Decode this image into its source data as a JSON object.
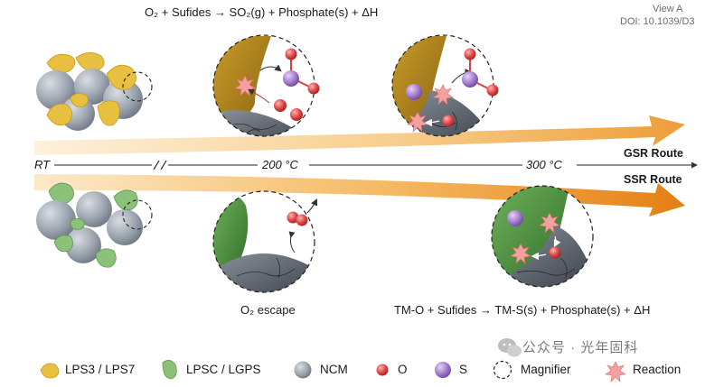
{
  "header": {
    "top_equation": "O₂ + Sufides → SO₂(g)  + Phosphate(s) + ΔH",
    "corner_view": "View A",
    "corner_doi": "DOI: 10.1039/D3"
  },
  "timeline": {
    "start": "RT",
    "mid": "200 °C",
    "end": "300 °C"
  },
  "routes": {
    "upper": "GSR Route",
    "lower": "SSR Route"
  },
  "captions": {
    "o2_escape": "O₂ escape",
    "bottom_equation": "TM-O + Sufides → TM-S(s) + Phosphate(s) + ΔH"
  },
  "legend": {
    "items": [
      {
        "label": "LPS3 / LPS7",
        "icon": "yellow-blob-icon"
      },
      {
        "label": "LPSC / LGPS",
        "icon": "green-blob-icon"
      },
      {
        "label": "NCM",
        "icon": "gray-sphere-icon"
      },
      {
        "label": "O",
        "icon": "red-sphere-icon"
      },
      {
        "label": "S",
        "icon": "purple-sphere-icon"
      },
      {
        "label": "Magnifier",
        "icon": "dashed-circle-icon"
      },
      {
        "label": "Reaction",
        "icon": "starburst-icon"
      }
    ]
  },
  "watermark": "公众号 · 光年固科",
  "colors": {
    "gsr_arrow": "#f0a94a",
    "ssr_arrow": "#e88a22",
    "lps_yellow": "#e8c040",
    "lpsc_green": "#8cc17a",
    "ncm_gray": "#9aa3ad",
    "oxygen_red": "#e04a4a",
    "sulfur_purple": "#a780cc",
    "reaction_pink": "#f2a0a0"
  }
}
